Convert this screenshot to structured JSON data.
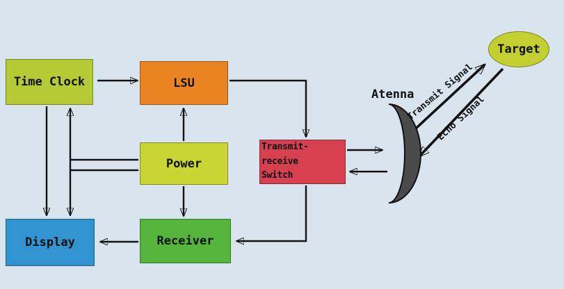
{
  "diagram_title": "radar-system-block-diagram",
  "nodes": {
    "time_clock": {
      "label": "Time Clock"
    },
    "lsu": {
      "label": "LSU"
    },
    "power": {
      "label": "Power"
    },
    "switch": {
      "label_line1": "Transmit-receive",
      "label_line2": "Switch"
    },
    "display": {
      "label": "Display"
    },
    "receiver": {
      "label": "Receiver"
    },
    "target": {
      "label": "Target"
    }
  },
  "labels": {
    "antenna": "Atenna",
    "transmit_signal": "Transmit Signal",
    "echo_signal": "Echo Signal"
  },
  "colors": {
    "background": "#d8e5ee",
    "time_clock": "#b5ca35",
    "lsu": "#ea8322",
    "power": "#c8d532",
    "switch": "#d6404f",
    "display": "#3193cf",
    "receiver": "#55b43c",
    "target": "#c3cf30",
    "antenna_dish": "#4a4a4a",
    "wire": "#111111"
  }
}
